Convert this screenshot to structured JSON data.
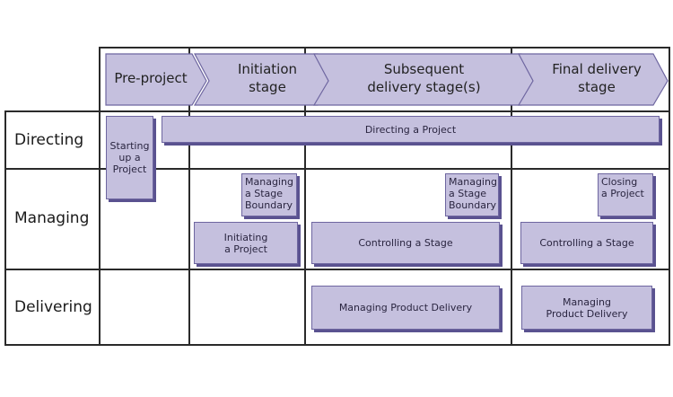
{
  "stages": [
    {
      "label": "Pre-project"
    },
    {
      "label": "Initiation\nstage"
    },
    {
      "label": "Subsequent\ndelivery stage(s)"
    },
    {
      "label": "Final delivery\nstage"
    }
  ],
  "rows": [
    {
      "label": "Directing"
    },
    {
      "label": "Managing"
    },
    {
      "label": "Delivering"
    }
  ],
  "processes": {
    "starting_up": "Starting\nup a\nProject",
    "directing": "Directing a Project",
    "msb_initiation": "Managing\na Stage\nBoundary",
    "initiating": "Initiating\na Project",
    "msb_subsequent": "Managing\na Stage\nBoundary",
    "controlling_subsequent": "Controlling a Stage",
    "closing": "Closing\na Project",
    "controlling_final": "Controlling a Stage",
    "mpd_subsequent": "Managing Product Delivery",
    "mpd_final": "Managing\nProduct Delivery"
  },
  "colors": {
    "box_fill": "#c5c0de",
    "box_shadow": "#5a5290",
    "grid": "#2a2a2a"
  }
}
